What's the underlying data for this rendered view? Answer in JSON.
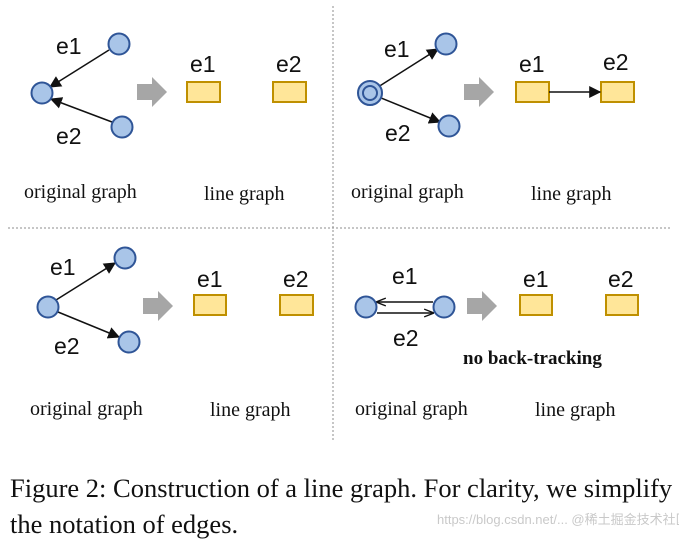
{
  "colors": {
    "node_fill": "#a9c5e8",
    "node_stroke": "#2f5597",
    "box_fill": "#ffe699",
    "box_stroke": "#bf9000",
    "arrow_gray": "#a6a6a6",
    "edge": "#111111",
    "divider": "#8c8c8c"
  },
  "panels": [
    {
      "original_caption": "original graph",
      "line_caption": "line graph",
      "edge_labels": [
        "e1",
        "e2"
      ],
      "line_nodes": [
        "e1",
        "e2"
      ],
      "note": ""
    },
    {
      "original_caption": "original graph",
      "line_caption": "line graph",
      "edge_labels": [
        "e1",
        "e2"
      ],
      "line_nodes": [
        "e1",
        "e2"
      ],
      "note": ""
    },
    {
      "original_caption": "original graph",
      "line_caption": "line graph",
      "edge_labels": [
        "e1",
        "e2"
      ],
      "line_nodes": [
        "e1",
        "e2"
      ],
      "note": ""
    },
    {
      "original_caption": "original graph",
      "line_caption": "line graph",
      "edge_labels": [
        "e1",
        "e2"
      ],
      "line_nodes": [
        "e1",
        "e2"
      ],
      "note": "no back-tracking"
    }
  ],
  "figure_caption": "Figure 2: Construction of a line graph. For clarity, we simplify the notation of edges.",
  "watermark": "https://blog.csdn.net/... @稀土掘金技术社区"
}
